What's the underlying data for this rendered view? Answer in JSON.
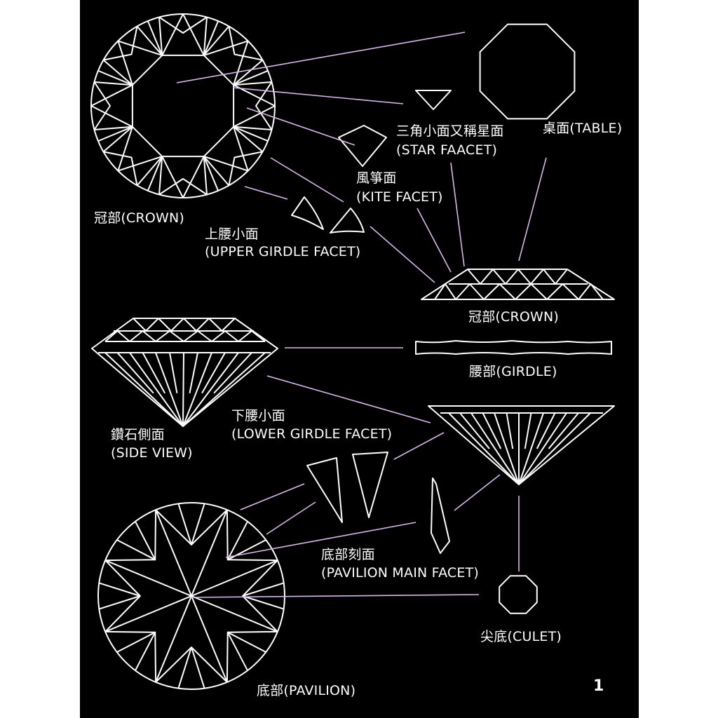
{
  "labels": {
    "crown_top": "冠部(CROWN)",
    "upper_girdle_zh": "上腰小面",
    "upper_girdle_en": "(UPPER GIRDLE FACET)",
    "star_zh": "三角小面又稱星面",
    "star_en": "(STAR FAACET)",
    "table": "桌面(TABLE)",
    "kite_zh": "風箏面",
    "kite_en": "(KITE FACET)",
    "crown_side": "冠部(CROWN)",
    "girdle": "腰部(GIRDLE)",
    "side_view_zh": "鑽石側面",
    "side_view_en": "(SIDE VIEW)",
    "lower_girdle_zh": "下腰小面",
    "lower_girdle_en": "(LOWER GIRDLE FACET)",
    "pavilion_main_zh": "底部刻面",
    "pavilion_main_en": "(PAVILION MAIN FACET)",
    "culet": "尖底(CULET)",
    "pavilion": "底部(PAVILION)"
  },
  "page_number": "1",
  "colors": {
    "background": "#000000",
    "line": "#ffffff",
    "leader": "#d8b8e8"
  }
}
